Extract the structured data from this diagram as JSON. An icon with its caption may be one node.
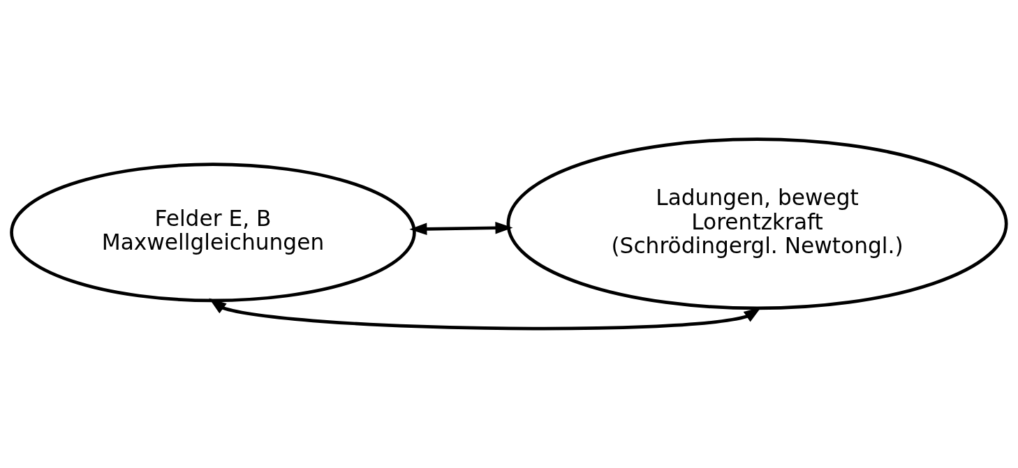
{
  "diagram": {
    "nodes": [
      {
        "text": [
          "Felder E, B",
          "Maxwellgleichungen"
        ]
      },
      {
        "text": [
          "Ladungen, bewegt",
          "Lorentzkraft",
          "(Schrödingergl. Newtongl.)"
        ]
      }
    ],
    "edges": [
      {
        "from": 0,
        "to": 1,
        "arrow": "both"
      },
      {
        "from": 0,
        "to": 1,
        "arrow": "both"
      }
    ]
  }
}
